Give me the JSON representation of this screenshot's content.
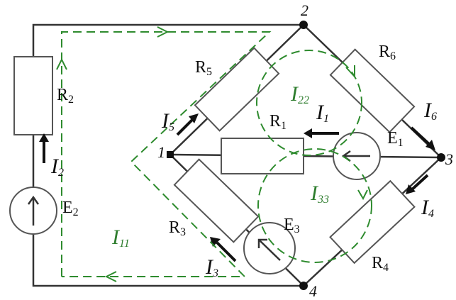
{
  "nodes": [
    "1",
    "2",
    "3",
    "4"
  ],
  "resistors": {
    "R1": {
      "base": "R",
      "sub": "1"
    },
    "R2": {
      "base": "R",
      "sub": "2"
    },
    "R3": {
      "base": "R",
      "sub": "3"
    },
    "R4": {
      "base": "R",
      "sub": "4"
    },
    "R5": {
      "base": "R",
      "sub": "5"
    },
    "R6": {
      "base": "R",
      "sub": "6"
    }
  },
  "sources": {
    "E1": {
      "base": "E",
      "sub": "1"
    },
    "E2": {
      "base": "E",
      "sub": "2"
    },
    "E3": {
      "base": "E",
      "sub": "3"
    }
  },
  "branch_currents": {
    "I1": {
      "base": "I",
      "sub": "1"
    },
    "I2": {
      "base": "I",
      "sub": "2"
    },
    "I3": {
      "base": "I",
      "sub": "3"
    },
    "I4": {
      "base": "I",
      "sub": "4"
    },
    "I5": {
      "base": "I",
      "sub": "5"
    },
    "I6": {
      "base": "I",
      "sub": "6"
    }
  },
  "loop_currents": {
    "I11": {
      "base": "I",
      "sub": "11"
    },
    "I22": {
      "base": "I",
      "sub": "22"
    },
    "I33": {
      "base": "I",
      "sub": "33"
    }
  },
  "colors": {
    "wire": "#333333",
    "loop": "#2e8b2e"
  }
}
